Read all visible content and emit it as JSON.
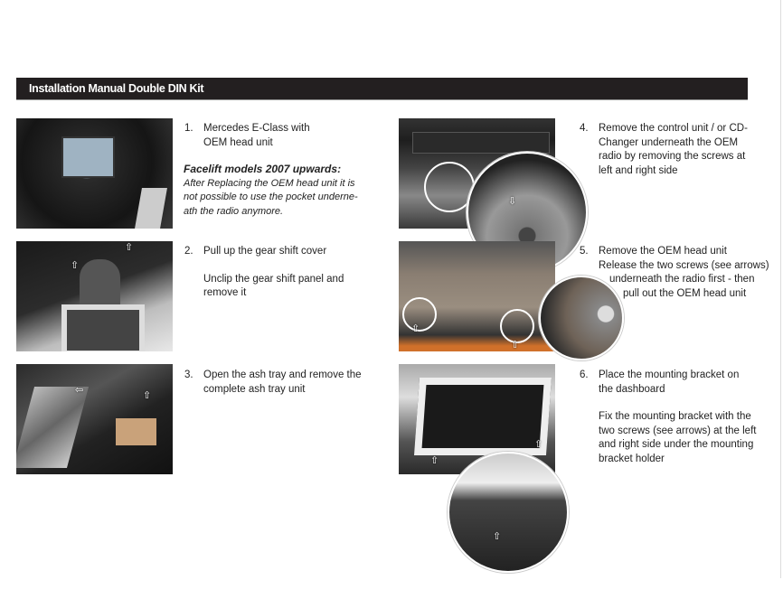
{
  "header": {
    "title": "Installation Manual Double DIN Kit"
  },
  "steps": [
    {
      "number": "1.",
      "text": "Mercedes E-Class with OEM head unit"
    },
    {
      "number": "2.",
      "text": "Pull up the gear shift cover",
      "extra": "Unclip the gear shift panel and remove it"
    },
    {
      "number": "3.",
      "text": "Open the ash tray and remove the complete ash tray unit"
    },
    {
      "number": "4.",
      "text": "Remove the control unit / or CD-Changer underneath the OEM radio by removing the screws at left and right side"
    },
    {
      "number": "5.",
      "text": "Remove the OEM head unit",
      "line2": "Release the two screws (see arrows)",
      "line3": "underneath the radio first - then",
      "line4": "pull out the OEM head unit"
    },
    {
      "number": "6.",
      "text": "Place the mounting bracket on the dashboard",
      "extra": "Fix the mounting bracket with the two screws (see arrows) at the left and right side under the mounting bracket holder"
    }
  ],
  "note": {
    "title": "Facelift models 2007 upwards:",
    "text": "After Replacing the OEM head unit it is not possible to use the pocket underne-ath the radio anymore."
  }
}
